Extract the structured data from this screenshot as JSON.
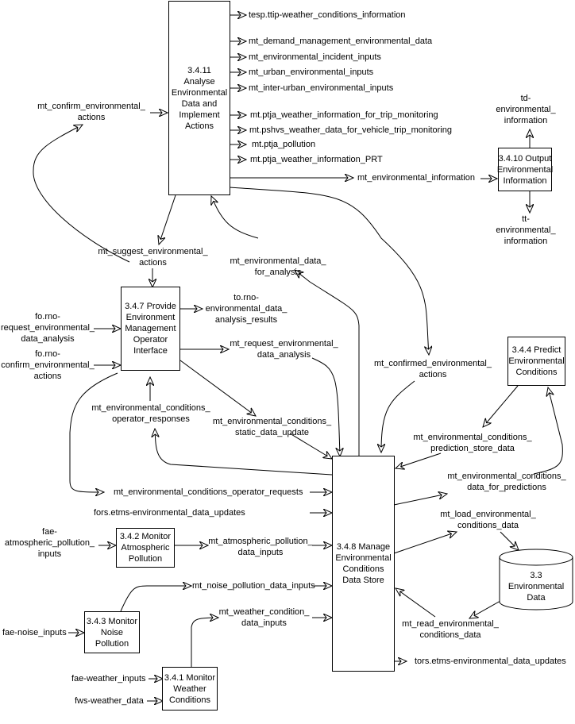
{
  "processes": {
    "p3411": "3.4.11\nAnalyse\nEnvironmental\nData and\nImplement\nActions",
    "p3410": "3.4.10 Output\nEnvironmental\nInformation",
    "p347": "3.4.7 Provide\nEnvironment\nManagement\nOperator\nInterface",
    "p344": "3.4.4 Predict\nEnvironmental\nConditions",
    "p348": "3.4.8 Manage\nEnvironmental\nConditions\nData Store",
    "p342": "3.4.2 Monitor\nAtmospheric\nPollution",
    "p343": "3.4.3 Monitor\nNoise\nPollution",
    "p341": "3.4.1 Monitor\nWeather\nConditions"
  },
  "stores": {
    "s33": "3.3\nEnvironmental\nData"
  },
  "flows": {
    "f1": "tesp.ttip-weather_conditions_information",
    "f2": "mt_demand_management_environmental_data",
    "f3": "mt_environmental_incident_inputs",
    "f4": "mt_urban_environmental_inputs",
    "f5": "mt_inter-urban_environmental_inputs",
    "f6": "mt.ptja_weather_information_for_trip_monitoring",
    "f7": "mt.pshvs_weather_data_for_vehicle_trip_monitoring",
    "f8": "mt.ptja_pollution",
    "f9": "mt.ptja_weather_information_PRT",
    "f10": "mt_environmental_information",
    "f11": "td-\nenvironmental_\ninformation",
    "f12": "tt-\nenvironmental_\ninformation",
    "f13": "mt_confirm_environmental_\nactions",
    "f14": "mt_suggest_environmental_\nactions",
    "f15": "mt_environmental_data_\nfor_analysis",
    "f16": "to.rno-\nenvironmental_data_\nanalysis_results",
    "f17": "fo.rno-\nrequest_environmental_\ndata_analysis",
    "f18": "fo.rno-\nconfirm_environmental_\nactions",
    "f19": "mt_request_environmental_\ndata_analysis",
    "f20": "mt_confirmed_environmental_\nactions",
    "f21": "mt_environmental_conditions_\noperator_responses",
    "f22": "mt_environmental_conditions_\nstatic_data_update",
    "f23": "mt_environmental_conditions_\nprediction_store_data",
    "f24": "mt_environmental_conditions_\ndata_for_predictions",
    "f25": "mt_environmental_conditions_operator_requests",
    "f26": "fors.etms-environmental_data_updates",
    "f27": "mt_load_environmental_\nconditions_data",
    "f28": "fae-\natmospheric_pollution_\ninputs",
    "f29": "mt_atmospheric_pollution_\ndata_inputs",
    "f30": "mt_noise_pollution_data_inputs",
    "f31": "mt_weather_condition_\ndata_inputs",
    "f32": "mt_read_environmental_\nconditions_data",
    "f33": "fae-noise_inputs",
    "f34": "tors.etms-environmental_data_updates",
    "f35": "fae-weather_inputs",
    "f36": "fws-weather_data"
  }
}
